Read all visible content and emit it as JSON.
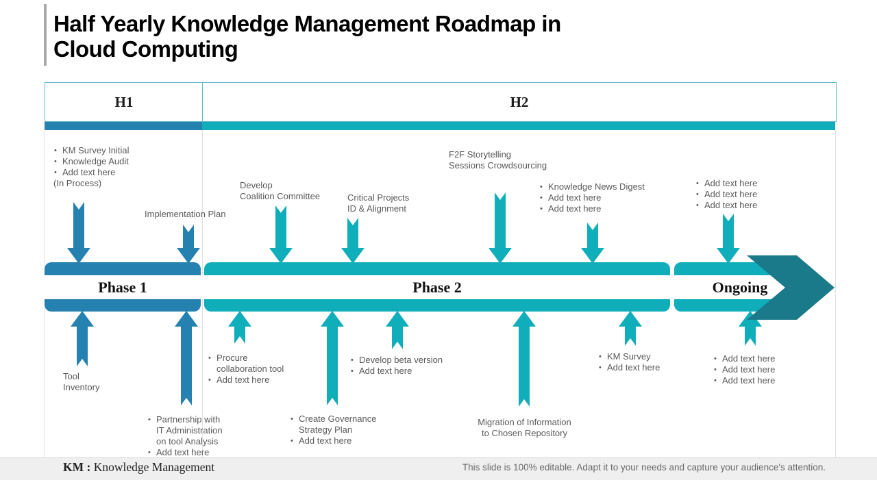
{
  "title": {
    "line1": "Half Yearly Knowledge Management Roadmap in",
    "line2": "Cloud Computing"
  },
  "header": {
    "h1": "H1",
    "h2": "H2"
  },
  "timeline": {
    "phase1": "Phase 1",
    "phase2": "Phase 2",
    "ongoing": "Ongoing"
  },
  "colors": {
    "dark_blue": "#2581af",
    "teal": "#10aebb",
    "dark_teal": "#1a7a8a",
    "header_border": "#5fb8c9",
    "annotation_text": "#595959"
  },
  "annotations": {
    "km_survey_audit": {
      "lines": [
        {
          "text": "KM Survey Initial",
          "type": "b"
        },
        {
          "text": "Knowledge Audit",
          "type": "b"
        },
        {
          "text": "Add text here",
          "type": "b"
        },
        {
          "text": "(In Process)",
          "type": "p"
        }
      ]
    },
    "implementation_plan": {
      "lines": [
        {
          "text": "Implementation Plan",
          "type": "p"
        }
      ]
    },
    "develop_coalition": {
      "lines": [
        {
          "text": "Develop",
          "type": "p"
        },
        {
          "text": "Coalition Committee",
          "type": "p"
        }
      ]
    },
    "critical_projects": {
      "lines": [
        {
          "text": "Critical Projects",
          "type": "p"
        },
        {
          "text": "ID & Alignment",
          "type": "p"
        }
      ]
    },
    "f2f_storytelling": {
      "lines": [
        {
          "text": "F2F Storytelling",
          "type": "p"
        },
        {
          "text": "Sessions Crowdsourcing",
          "type": "p"
        }
      ]
    },
    "knowledge_news_digest": {
      "lines": [
        {
          "text": "Knowledge News Digest",
          "type": "b"
        },
        {
          "text": "Add text here",
          "type": "b"
        },
        {
          "text": "Add text here",
          "type": "b"
        }
      ]
    },
    "add_text_top_right": {
      "lines": [
        {
          "text": "Add text here",
          "type": "b"
        },
        {
          "text": "Add text here",
          "type": "b"
        },
        {
          "text": "Add text here",
          "type": "b"
        }
      ]
    },
    "tool_inventory": {
      "lines": [
        {
          "text": "Tool",
          "type": "p"
        },
        {
          "text": "Inventory",
          "type": "p"
        }
      ]
    },
    "partnership_it": {
      "lines": [
        {
          "text": "Partnership with",
          "type": "b"
        },
        {
          "text": "IT Administration",
          "type": "c"
        },
        {
          "text": "on tool Analysis",
          "type": "c"
        },
        {
          "text": "Add text here",
          "type": "b"
        }
      ]
    },
    "procure_tool": {
      "lines": [
        {
          "text": "Procure",
          "type": "b"
        },
        {
          "text": "collaboration tool",
          "type": "c"
        },
        {
          "text": "Add text here",
          "type": "b"
        }
      ]
    },
    "create_governance": {
      "lines": [
        {
          "text": "Create Governance",
          "type": "b"
        },
        {
          "text": "Strategy Plan",
          "type": "c"
        },
        {
          "text": "Add text here",
          "type": "b"
        }
      ]
    },
    "develop_beta": {
      "lines": [
        {
          "text": "Develop  beta version",
          "type": "b"
        },
        {
          "text": "Add text here",
          "type": "b"
        }
      ]
    },
    "migration_repository": {
      "lines": [
        {
          "text": "Migration of Information",
          "type": "p"
        },
        {
          "text": "to Chosen Repository",
          "type": "p"
        }
      ]
    },
    "km_survey": {
      "lines": [
        {
          "text": "KM Survey",
          "type": "b"
        },
        {
          "text": "Add text here",
          "type": "b"
        }
      ]
    },
    "add_text_bottom_right": {
      "lines": [
        {
          "text": "Add text here",
          "type": "b"
        },
        {
          "text": "Add text here",
          "type": "b"
        },
        {
          "text": "Add text here",
          "type": "b"
        }
      ]
    }
  },
  "footer": {
    "abbr": "KM :",
    "abbr_meaning": " Knowledge Management",
    "note": "This slide is 100% editable. Adapt it to your needs and capture your audience's attention."
  }
}
